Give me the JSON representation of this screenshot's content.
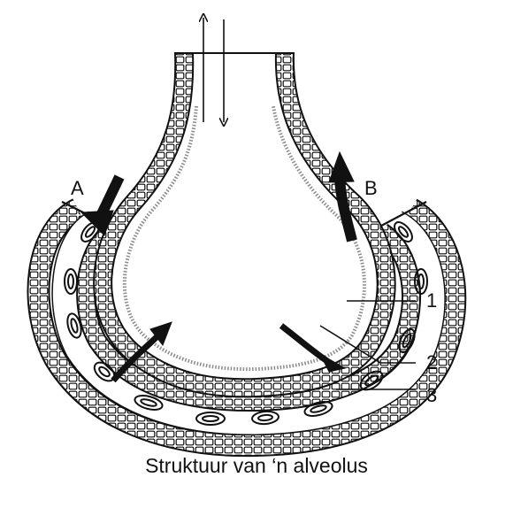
{
  "caption": "Struktuur van ‘n alveolus",
  "labels": {
    "a": "A",
    "b": "B",
    "one": "1",
    "two": "2",
    "three": "3"
  },
  "colors": {
    "line": "#111111",
    "stipple": "#8a8a8a",
    "background": "#ffffff"
  }
}
